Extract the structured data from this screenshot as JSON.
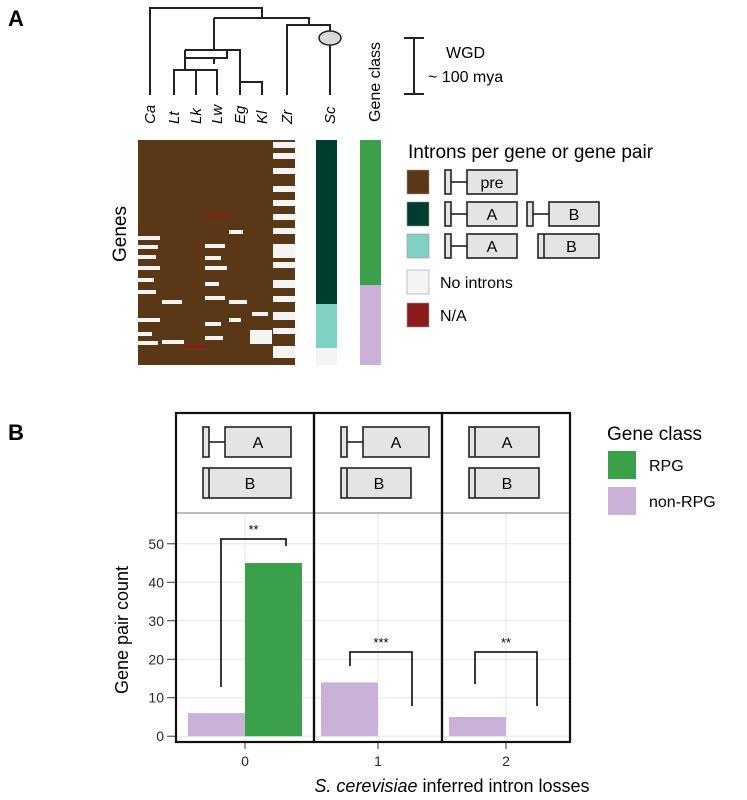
{
  "panel_a": {
    "letter": "A",
    "species": [
      "Ca",
      "Lt",
      "Lk",
      "Lw",
      "Eg",
      "Kl",
      "Zr",
      "Sc"
    ],
    "gene_class_header": "Gene class",
    "genes_label": "Genes",
    "scale_label": "WGD",
    "scale_time": "~ 100 mya",
    "legend_title": "Introns per gene or gene pair",
    "legend": [
      {
        "color": "#5a3715",
        "kind": "pre",
        "text": "pre"
      },
      {
        "color": "#003d2e",
        "kind": "both",
        "a": "A",
        "b": "B"
      },
      {
        "color": "#7fd1c3",
        "kind": "one",
        "a": "A",
        "b": "B"
      },
      {
        "color": "#f4f4f4",
        "kind": "text",
        "text": "No introns"
      },
      {
        "color": "#8c1b1b",
        "kind": "text",
        "text": "N/A"
      }
    ],
    "colors": {
      "brown": "#5a3715",
      "dark_green": "#003d2e",
      "teal": "#7fd1c3",
      "white": "#f4f4f4",
      "red": "#8c1b1b",
      "rpg": "#3aa14a",
      "nonrpg": "#c9b1d8"
    }
  },
  "panel_b": {
    "letter": "B",
    "legend_title": "Gene class",
    "legend": [
      {
        "name": "RPG",
        "color": "#3aa14a"
      },
      {
        "name": "non-RPG",
        "color": "#c9b1d8"
      }
    ],
    "xlabel_italic": "S. cerevisiae",
    "xlabel_rest": " inferred intron losses",
    "gene_a": "A",
    "gene_b": "B"
  },
  "chart_data": {
    "type": "bar",
    "categories": [
      "0",
      "1",
      "2"
    ],
    "series": [
      {
        "name": "non-RPG",
        "values": [
          6,
          14,
          5
        ]
      },
      {
        "name": "RPG",
        "values": [
          45,
          0,
          0
        ]
      }
    ],
    "ylabel": "Gene pair count",
    "yticks": [
      0,
      10,
      20,
      30,
      40,
      50
    ],
    "ylim": [
      -1.5,
      58
    ],
    "significance": [
      "**",
      "***",
      "**"
    ],
    "grid": true,
    "legend_position": "right"
  }
}
